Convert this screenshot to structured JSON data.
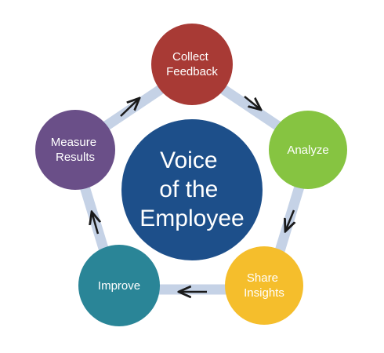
{
  "diagram": {
    "center": {
      "lines": [
        "Voice",
        "of the",
        "Employee"
      ],
      "color": "#1d4f8a"
    },
    "ring_color": "#c5d2e6",
    "arrow_color": "#1a1a1a",
    "steps": [
      {
        "lines": [
          "Collect",
          "Feedback"
        ],
        "color": "#a83a35"
      },
      {
        "lines": [
          "Analyze"
        ],
        "color": "#86c441"
      },
      {
        "lines": [
          "Share",
          "Insights"
        ],
        "color": "#f5be2c"
      },
      {
        "lines": [
          "Improve"
        ],
        "color": "#2a8597"
      },
      {
        "lines": [
          "Measure",
          "Results"
        ],
        "color": "#6a4f88"
      }
    ]
  }
}
